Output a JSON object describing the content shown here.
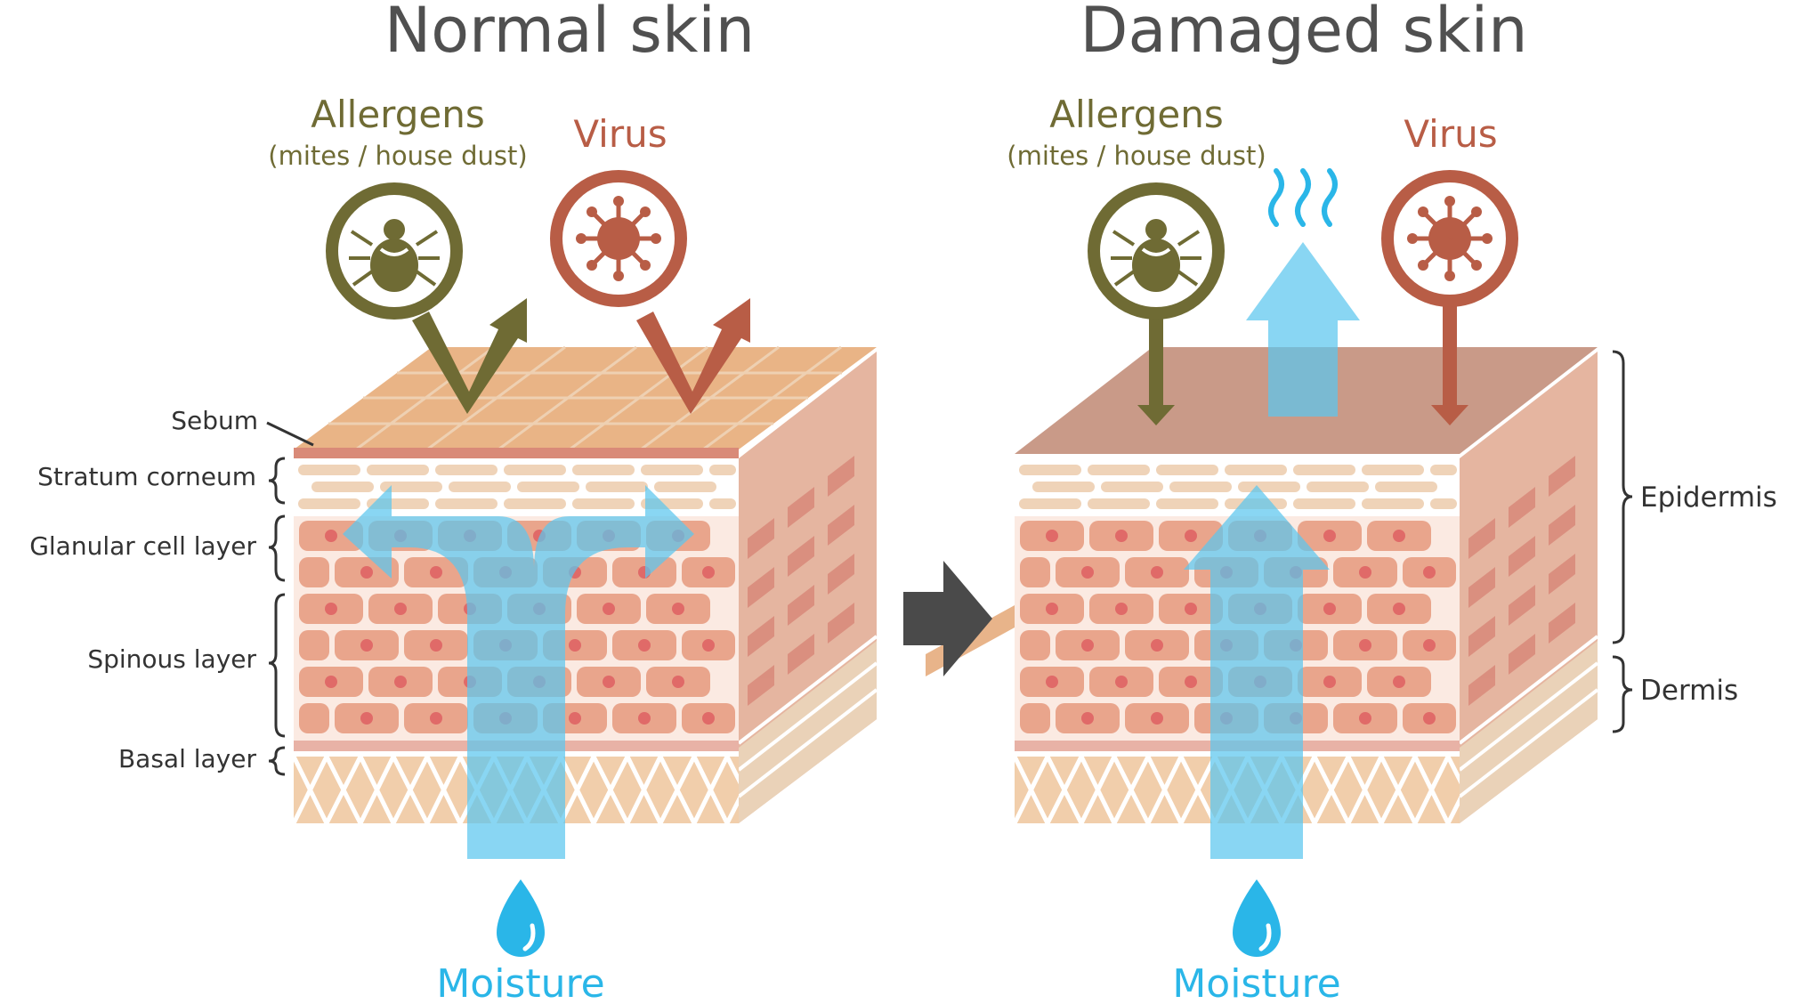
{
  "titles": {
    "normal": "Normal skin",
    "damaged": "Damaged skin"
  },
  "threats": {
    "allergens": "Allergens",
    "allergens_sub": "(mites / house dust)",
    "virus": "Virus"
  },
  "layers": {
    "sebum": "Sebum",
    "stratum_corneum": "Stratum corneum",
    "granular": "Glanular cell layer",
    "spinous": "Spinous layer",
    "basal": "Basal layer"
  },
  "regions": {
    "epidermis": "Epidermis",
    "dermis": "Dermis"
  },
  "moisture": "Moisture",
  "colors": {
    "allergen": "#6f6b34",
    "virus": "#b85d46",
    "moisture": "#2ab6e8",
    "arrow_blue": "#5cc6ee",
    "title": "#505050",
    "sebum_normal": "#e9b486",
    "sebum_damaged": "#c99a88",
    "cell": "#e9a58c",
    "cell_nucleus": "#e06a68",
    "dermis": "#f1ceab"
  },
  "icons": {
    "allergen_icon": "mite-icon",
    "virus_icon": "virus-icon",
    "water_icon": "water-drop-icon",
    "steam_icon": "evaporation-icon",
    "transition_icon": "arrow-right-icon"
  }
}
